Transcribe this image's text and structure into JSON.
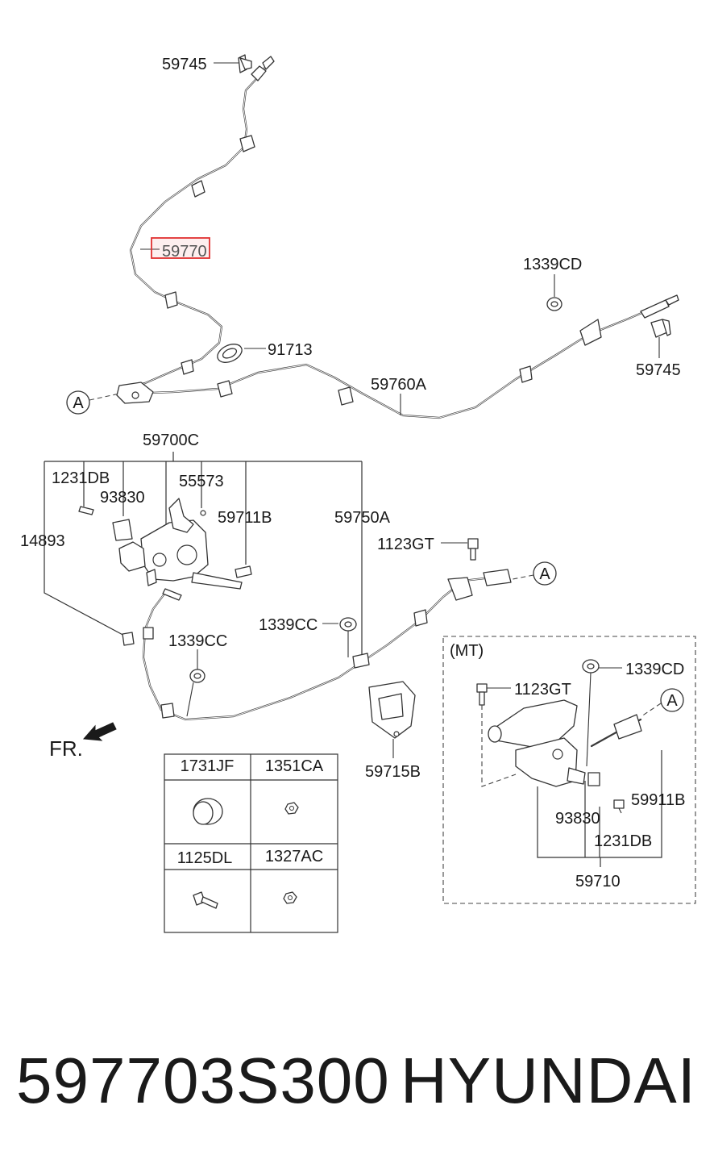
{
  "colors": {
    "highlight": "#e03030",
    "line": "#333333",
    "text": "#1a1a1a"
  },
  "icons": [
    "front-direction-arrow-icon",
    "callout-circle-a-icon"
  ],
  "callouts": {
    "l_59745_top": "59745",
    "l_59770": "59770",
    "l_91713": "91713",
    "l_1339CD_top": "1339CD",
    "l_59745_right": "59745",
    "l_59760A": "59760A",
    "l_59700C": "59700C",
    "l_1231DB_left": "1231DB",
    "l_93830_left": "93830",
    "l_55573": "55573",
    "l_59711B": "59711B",
    "l_59750A": "59750A",
    "l_14893": "14893",
    "l_1123GT_mid": "1123GT",
    "l_1339CC_mid": "1339CC",
    "l_1339CC_left": "1339CC",
    "l_59715B": "59715B",
    "l_mt": "(MT)",
    "l_1339CD_mt": "1339CD",
    "l_1123GT_mt": "1123GT",
    "l_59911B": "59911B",
    "l_93830_mt": "93830",
    "l_1231DB_mt": "1231DB",
    "l_59710": "59710",
    "l_fr": "FR.",
    "circle_a": "A"
  },
  "parts_table": {
    "cells": [
      "1731JF",
      "1351CA",
      "1125DL",
      "1327AC"
    ]
  },
  "footer": {
    "part_number": "597703S300",
    "brand": "HYUNDAI"
  }
}
